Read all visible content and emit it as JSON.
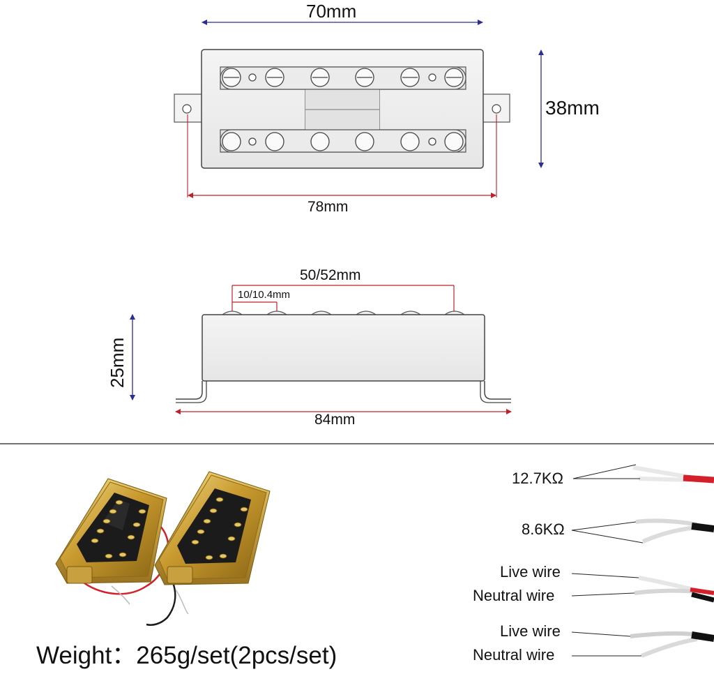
{
  "top_view": {
    "width_label": "70mm",
    "height_label": "38mm",
    "mount_label": "78mm"
  },
  "side_view": {
    "pole_span_label": "50/52mm",
    "pole_spacing_label": "10/10.4mm",
    "height_label": "25mm",
    "base_label": "84mm"
  },
  "weight": {
    "text": "Weight：265g/set(2pcs/set)"
  },
  "wiring": {
    "coil1_resistance": "12.7KΩ",
    "coil2_resistance": "8.6KΩ",
    "set1_live": "Live wire",
    "set1_neutral": "Neutral wire",
    "set2_live": "Live wire",
    "set2_neutral": "Neutral wire"
  },
  "colors": {
    "dimension_blue": "#2b2b9a",
    "dimension_red": "#c0202a",
    "cover_gold": "#d9b54a",
    "wire_red": "#d4202a",
    "wire_black": "#111111"
  }
}
